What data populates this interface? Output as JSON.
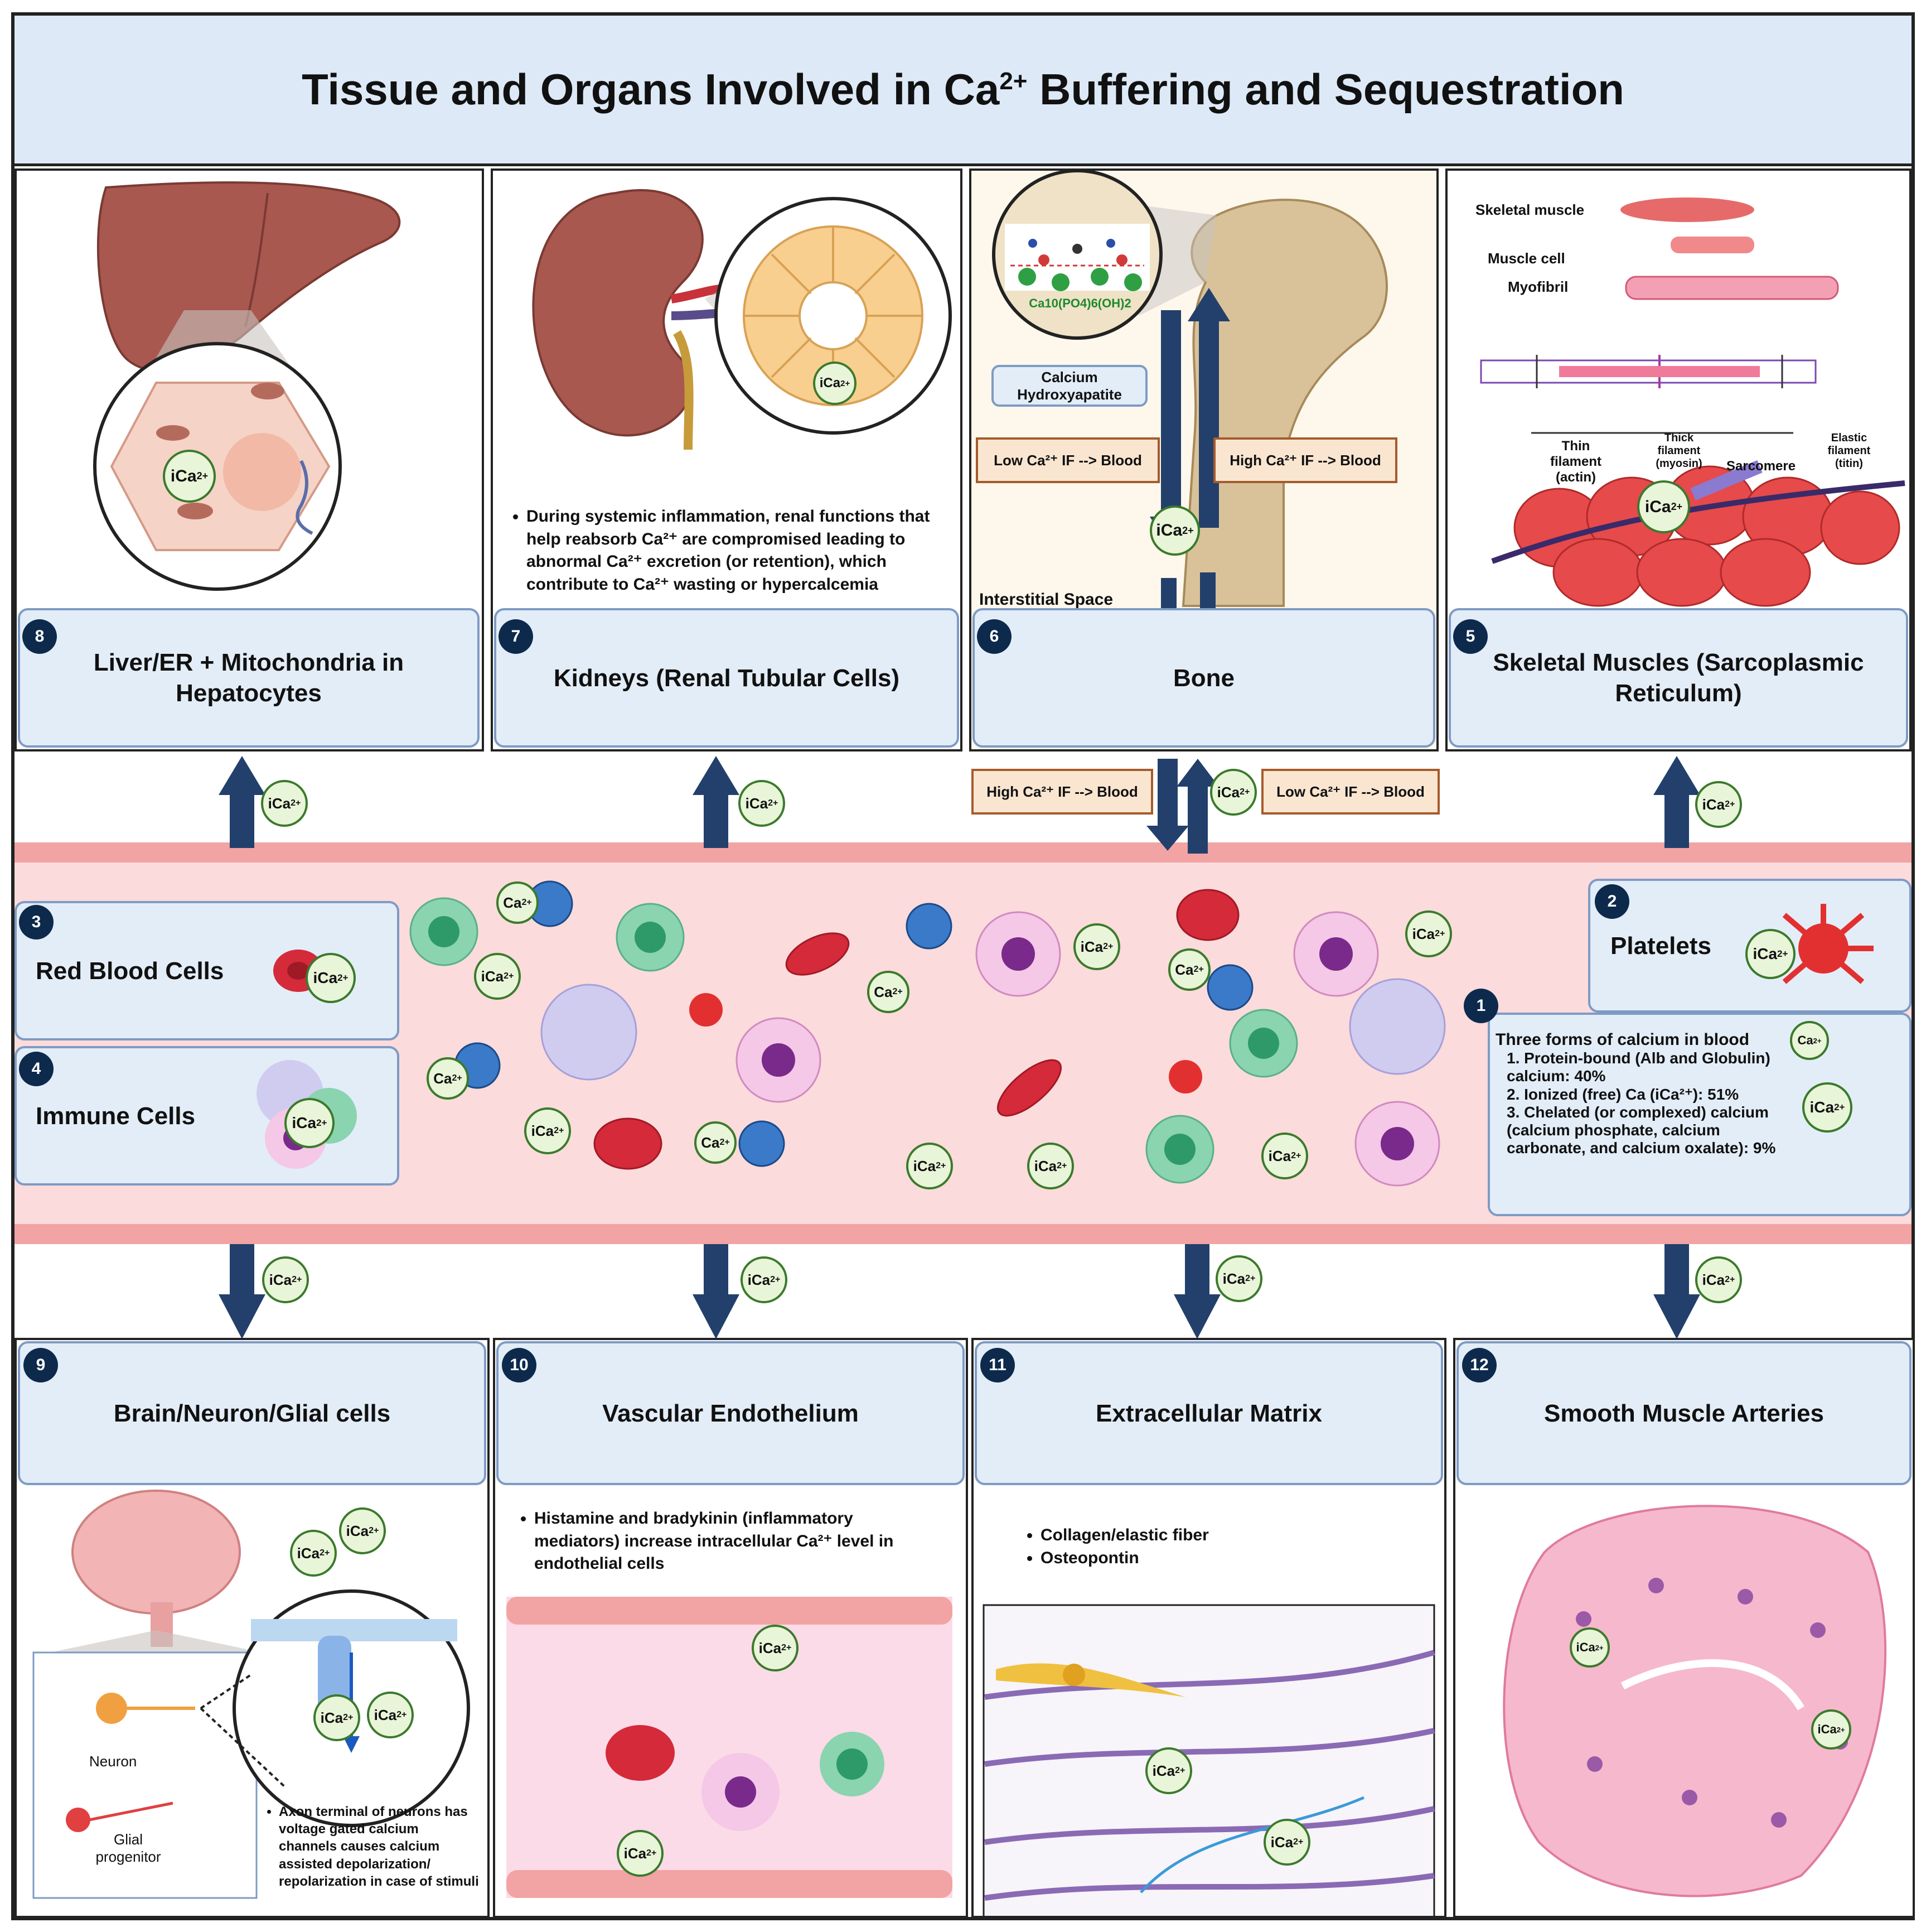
{
  "title": {
    "pre": "Tissue and Organs Involved in Ca",
    "sup": "2+",
    "post": " Buffering and Sequestration"
  },
  "ica_label": "iCa",
  "ca_label": "Ca",
  "sup2": "2+",
  "panels": {
    "p8": {
      "num": "8",
      "label": "Liver/ER + Mitochondria in Hepatocytes"
    },
    "p7": {
      "num": "7",
      "label": "Kidneys (Renal Tubular Cells)",
      "bullet": "During systemic inflammation, renal functions that help reabsorb Ca²⁺ are compromised leading to abnormal Ca²⁺ excretion (or retention), which contribute to Ca²⁺ wasting or hypercalcemia"
    },
    "p6": {
      "num": "6",
      "label": "Bone",
      "hydroxy": "Calcium Hydroxyapatite",
      "formula": "Ca10(PO4)6(OH)2",
      "low": "Low Ca²⁺ IF --> Blood",
      "high": "High Ca²⁺ IF --> Blood",
      "interstitial": "Interstitial Space"
    },
    "p5": {
      "num": "5",
      "label": "Skeletal Muscles (Sarcoplasmic Reticulum)",
      "skeletal": "Skeletal muscle",
      "cell": "Muscle cell",
      "myofibril": "Myofibril",
      "thin": "Thin filament (actin)",
      "thick": "Thick filament (myosin)",
      "sarcomere": "Sarcomere",
      "elastic": "Elastic filament (titin)"
    },
    "p3": {
      "num": "3",
      "label": "Red Blood Cells"
    },
    "p4": {
      "num": "4",
      "label": "Immune Cells"
    },
    "p2": {
      "num": "2",
      "label": "Platelets"
    },
    "p1": {
      "num": "1",
      "title": "Three forms of calcium in blood",
      "items": [
        "1.  Protein-bound (Alb and Globulin) calcium: 40%",
        "2.  Ionized (free) Ca (iCa²⁺): 51%",
        "3.  Chelated (or complexed) calcium (calcium phosphate, calcium carbonate, and calcium oxalate): 9%"
      ]
    },
    "p9": {
      "num": "9",
      "label": "Brain/Neuron/Glial cells",
      "neuron": "Neuron",
      "glial": "Glial progenitor",
      "bullet": "Axon terminal of neurons has voltage gated calcium channels causes calcium assisted depolarization/ repolarization in case of stimuli"
    },
    "p10": {
      "num": "10",
      "label": "Vascular Endothelium",
      "bullet": "Histamine and bradykinin (inflammatory mediators) increase intracellular Ca²⁺ level in endothelial cells"
    },
    "p11": {
      "num": "11",
      "label": "Extracellular Matrix",
      "b1": "Collagen/elastic fiber",
      "b2": "Osteopontin"
    },
    "p12": {
      "num": "12",
      "label": "Smooth Muscle Arteries"
    }
  },
  "blood_tags": {
    "high": "High Ca²⁺ IF --> Blood",
    "low": "Low Ca²⁺ IF --> Blood"
  },
  "colors": {
    "header_bg": "#dde9f6",
    "label_bg": "#e3edf8",
    "label_border": "#7e9bc4",
    "badge": "#0d2a4d",
    "ica_bg": "#e9f5d8",
    "ica_border": "#3b7a2c",
    "vessel": "#fbdbdb",
    "arrow": "#22406b"
  }
}
